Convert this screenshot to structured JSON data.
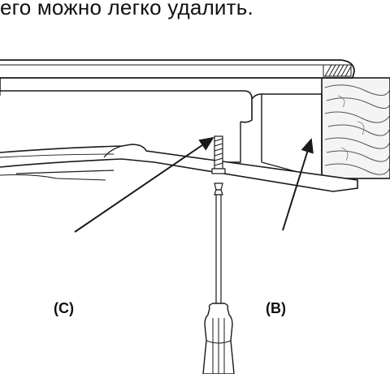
{
  "caption": "его можно легко удалить.",
  "labels": {
    "c": "(C)",
    "b": "(B)"
  },
  "colors": {
    "ink": "#1a1a1a",
    "paper": "#ffffff",
    "wood_shade": "#e9e9e9"
  }
}
